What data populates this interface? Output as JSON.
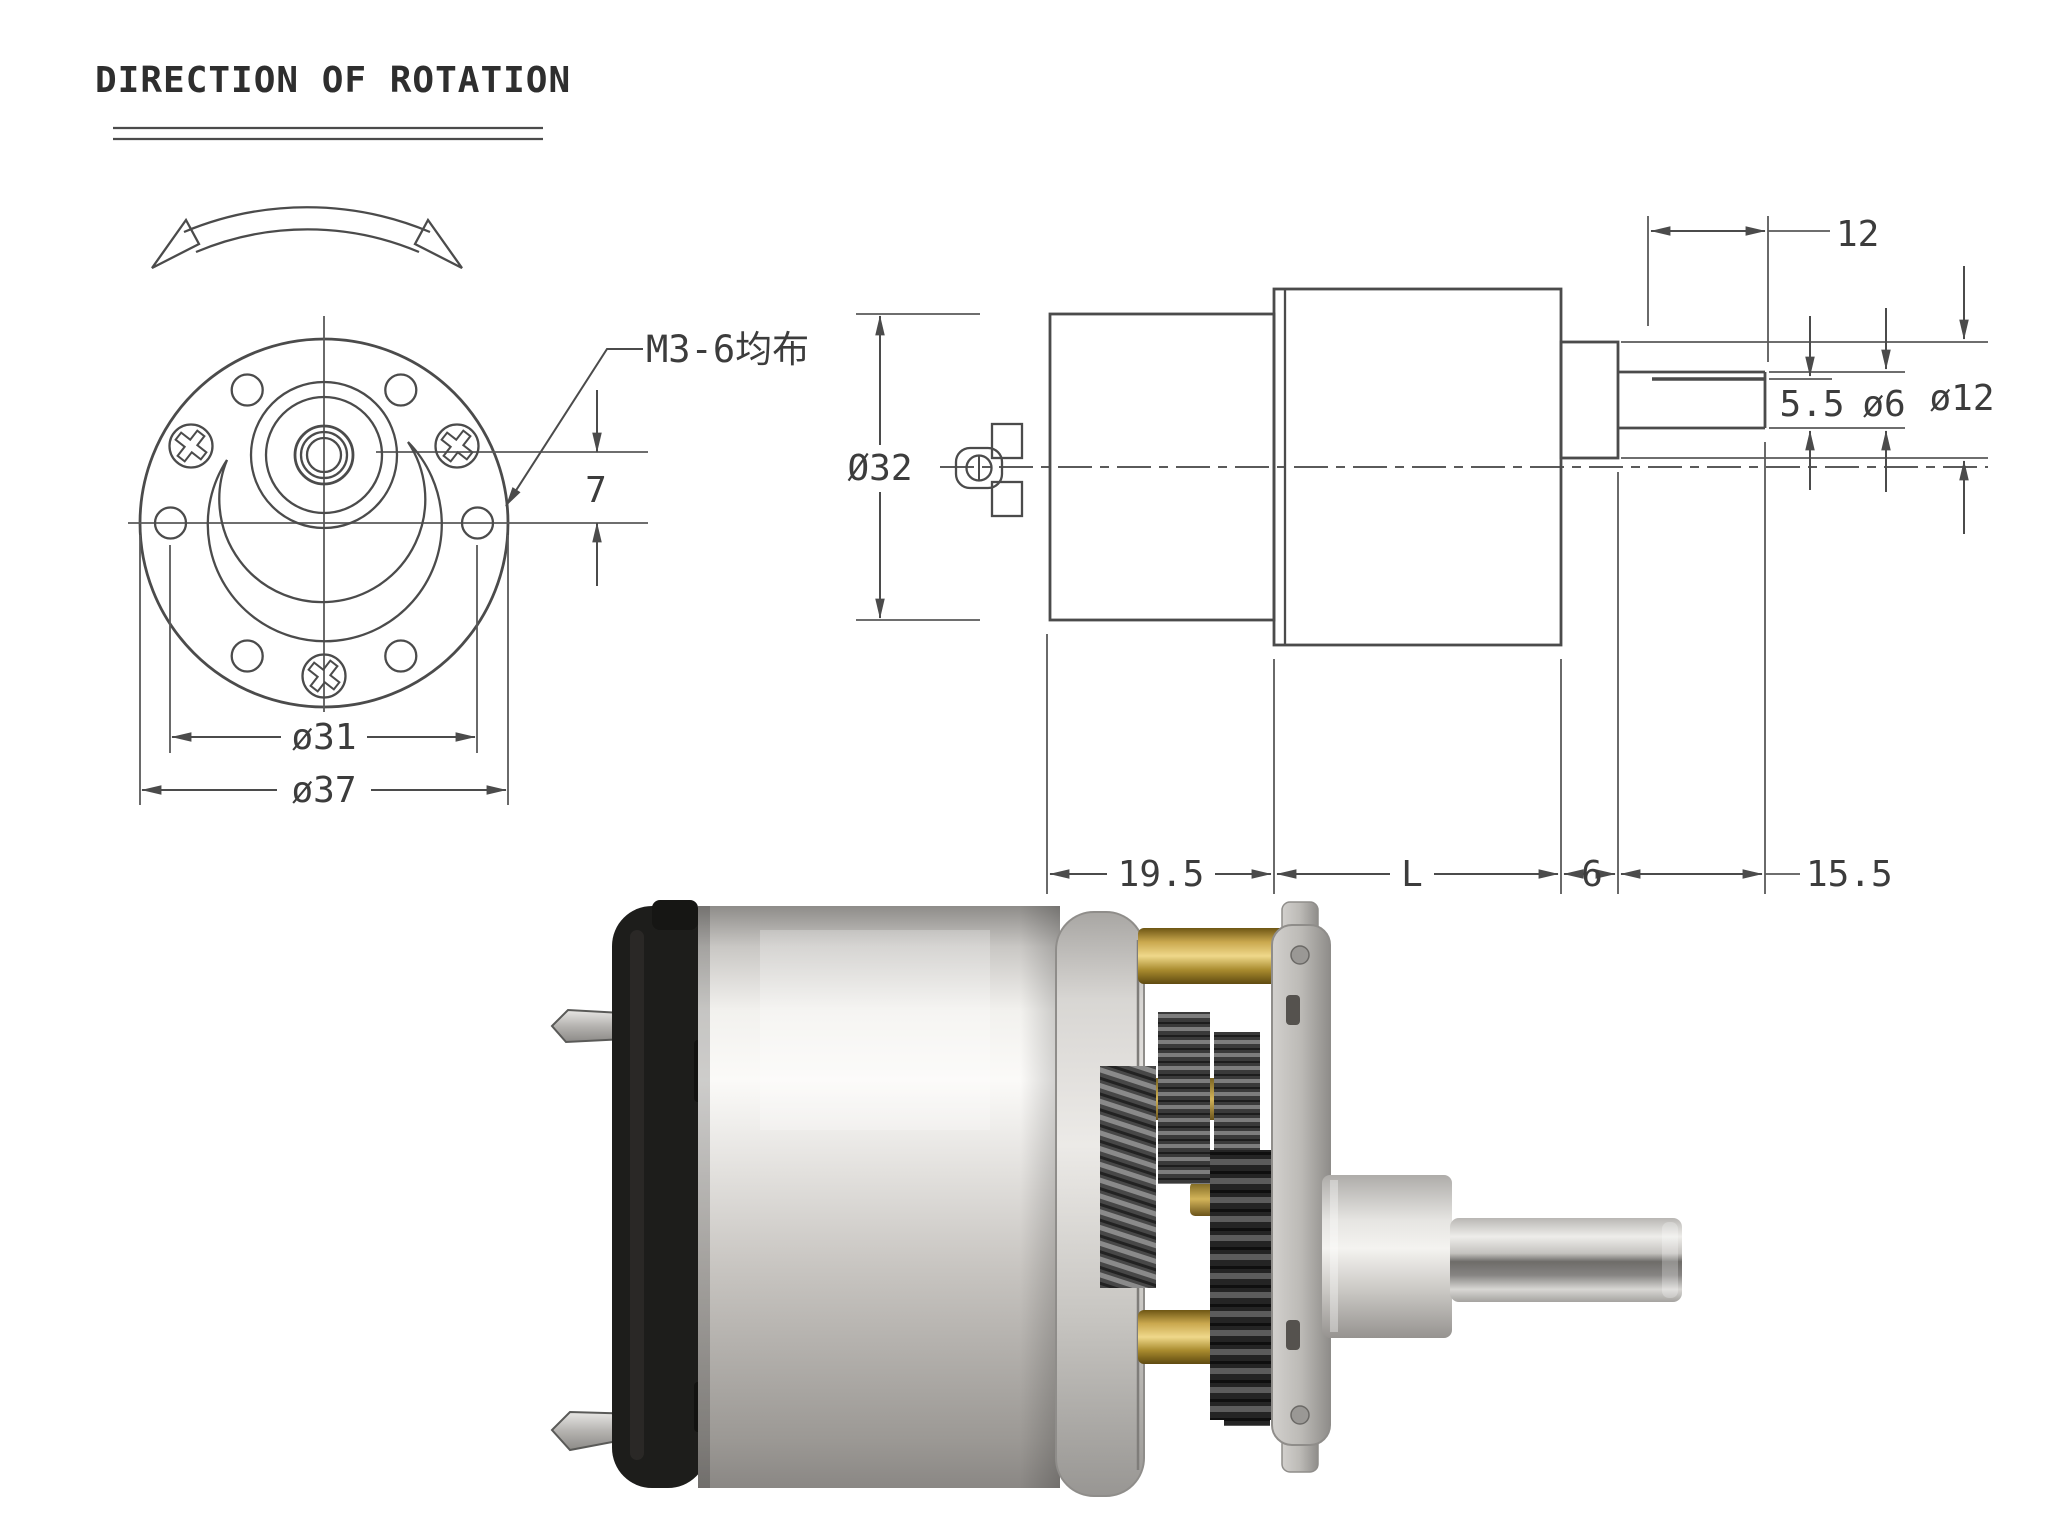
{
  "title": {
    "text": "DIRECTION OF ROTATION"
  },
  "front_view": {
    "thread_note": "M3-6均布",
    "dims": {
      "shaft_offset": "7",
      "bolt_circle": "ø31",
      "outer_diameter": "ø37"
    }
  },
  "side_view": {
    "dims": {
      "body_diameter": "Ø32",
      "shaft_flat_length": "12",
      "shaft_flat_width": "5.5",
      "shaft_diameter": "ø6",
      "boss_diameter": "ø12",
      "motor_length": "19.5",
      "gearbox_length": "L",
      "boss_length": "6",
      "shaft_length": "15.5"
    }
  },
  "photo": {
    "description": "gear motor product photo",
    "colors": {
      "brass": "#c2a045",
      "steel_light": "#efeeec",
      "steel_dark": "#8f8d8a",
      "end_cap": "#1d1d1b",
      "gear_dark": "#2f2f2f"
    }
  },
  "drawing_colors": {
    "line": "#4b4b4b",
    "text": "#3c3c3c",
    "background": "#ffffff"
  }
}
